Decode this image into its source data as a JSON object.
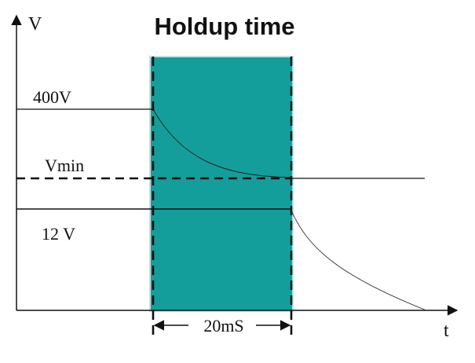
{
  "title": "Holdup time",
  "axes": {
    "y_label": "V",
    "x_label": "t"
  },
  "levels": {
    "high": "400V",
    "threshold": "Vmin",
    "low": "12 V"
  },
  "interval": {
    "label": "20mS"
  },
  "colors": {
    "holdup_region": "#149e9b",
    "region_border": "#b6e6e2",
    "line": "#111111"
  }
}
